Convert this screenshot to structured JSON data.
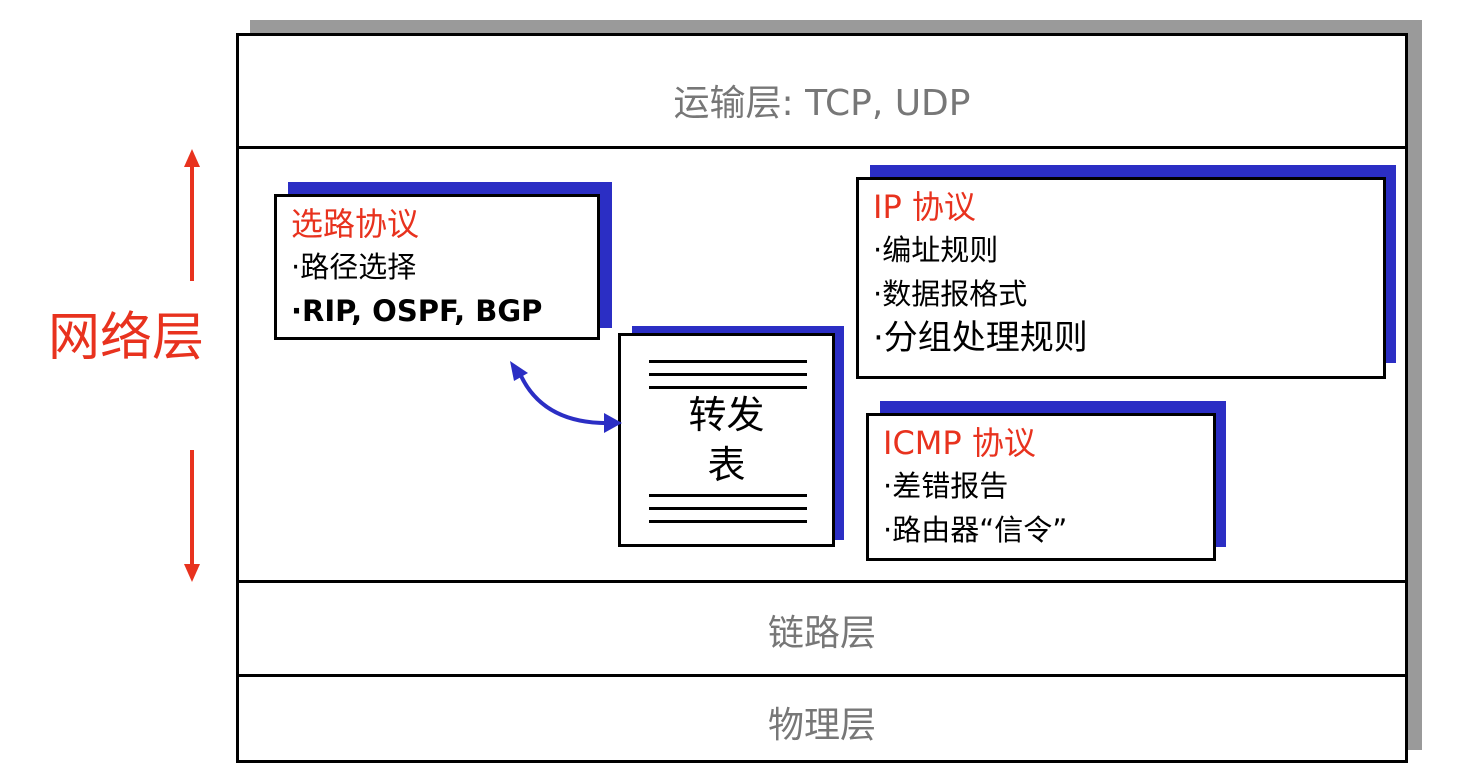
{
  "layers": {
    "transport": "运输层: TCP, UDP",
    "network": "网络层",
    "link": "链路层",
    "physical": "物理层"
  },
  "routing": {
    "title": "选路协议",
    "items": [
      "·路径选择",
      "·RIP, OSPF, BGP"
    ]
  },
  "forwarding_table": {
    "line1": "转发",
    "line2": "表"
  },
  "ip": {
    "title": "IP 协议",
    "items": [
      "·编址规则",
      "·数据报格式",
      "·分组处理规则"
    ]
  },
  "icmp": {
    "title": "ICMP 协议",
    "items": [
      "·差错报告",
      "·路由器“信令”"
    ]
  },
  "colors": {
    "accent_red": "#e8321e",
    "shadow_blue": "#2b2ec4",
    "arrow_blue": "#2b2ec4",
    "layer_grey": "#777777"
  }
}
